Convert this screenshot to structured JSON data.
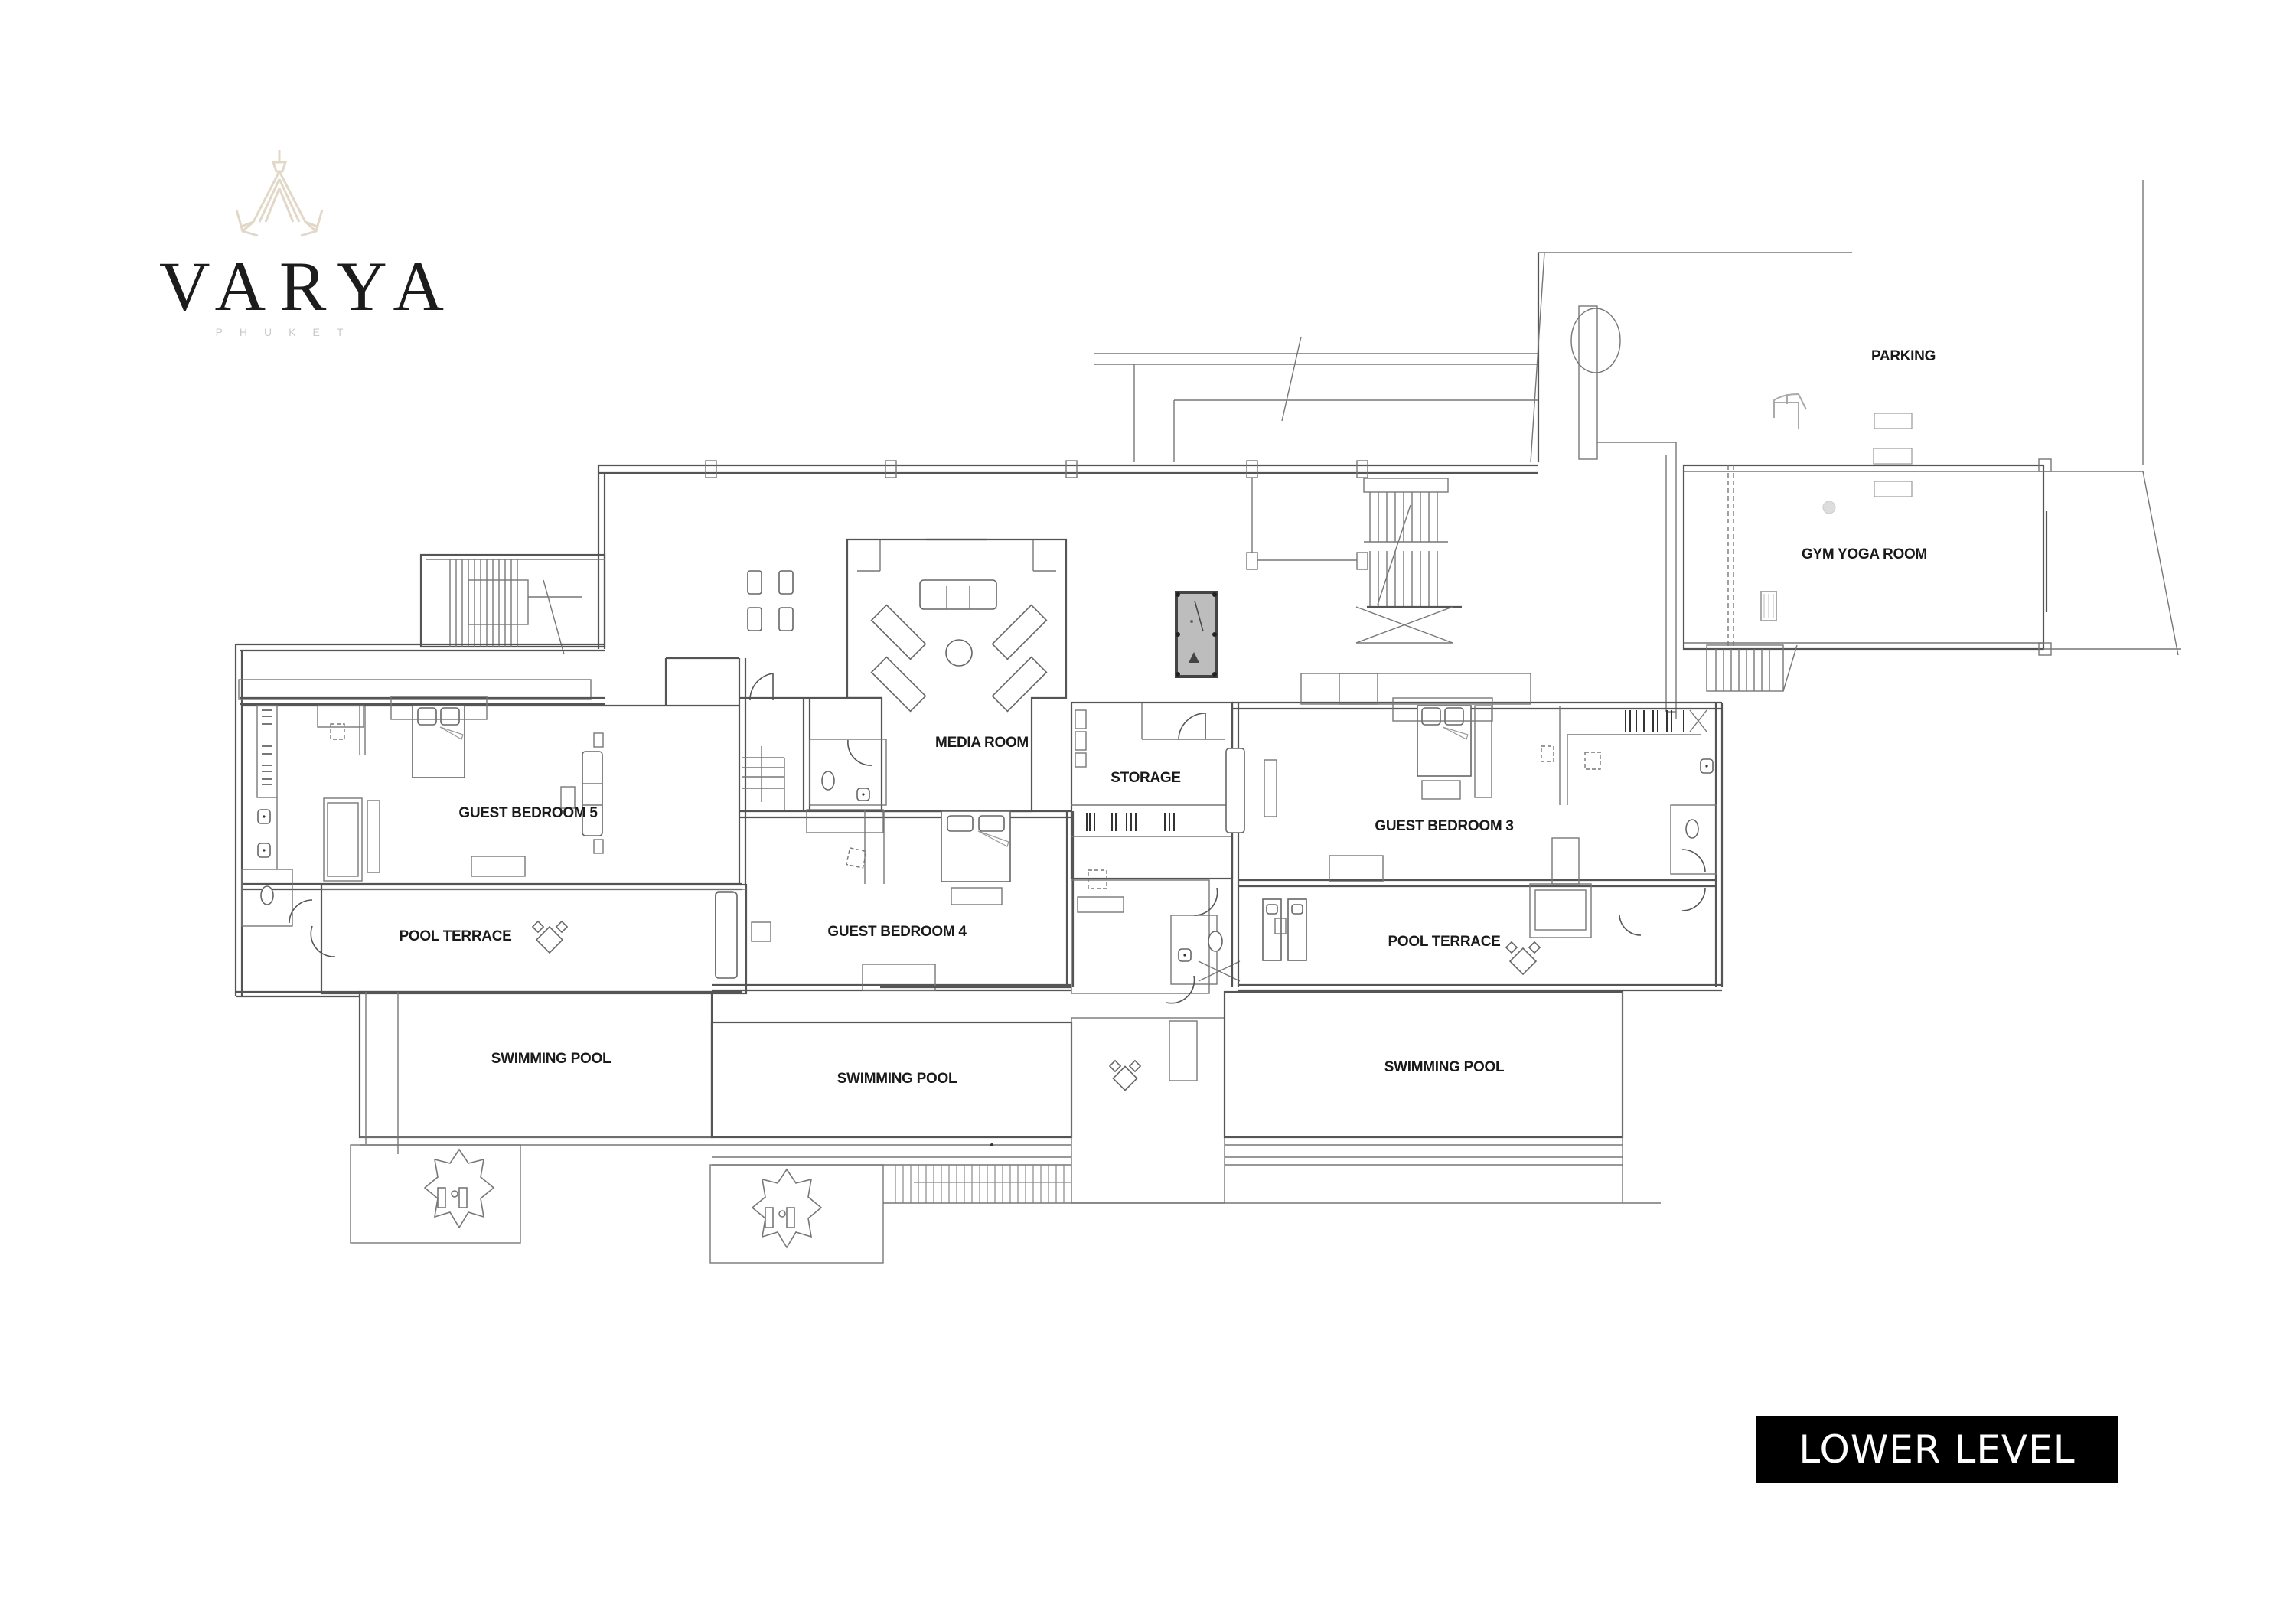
{
  "brand": {
    "name": "VARYA",
    "location": "PHUKET",
    "logo_icon": "thai-roof-ornament-icon",
    "logo_color": "#e8e0d4"
  },
  "floor_label": "LOWER LEVEL",
  "colors": {
    "wall": "#555555",
    "furniture": "#666666",
    "pool_table_felt": "#bdbdbd",
    "badge_bg": "#000000",
    "badge_text": "#ffffff"
  },
  "rooms": {
    "parking": "PARKING",
    "gym": "GYM YOGA ROOM",
    "media": "MEDIA ROOM",
    "storage": "STORAGE",
    "guest5": "GUEST BEDROOM 5",
    "guest4": "GUEST BEDROOM 4",
    "guest3": "GUEST BEDROOM 3",
    "terrace_left": "POOL TERRACE",
    "terrace_right": "POOL TERRACE",
    "pool_left": "SWIMMING POOL",
    "pool_center": "SWIMMING POOL",
    "pool_right": "SWIMMING POOL"
  },
  "fixtures": [
    "pool-table-icon",
    "sofa-icon",
    "lounge-chair-icon",
    "bed-icon",
    "toilet-icon",
    "sink-icon",
    "desk-chair-icon",
    "sun-lounger-icon",
    "umbrella-table-icon",
    "stairs-icon",
    "treadmill-icon",
    "exercise-machine-icon",
    "yoga-mat-icon",
    "exercise-ball-icon",
    "closet-icon",
    "door-swing-icon"
  ]
}
